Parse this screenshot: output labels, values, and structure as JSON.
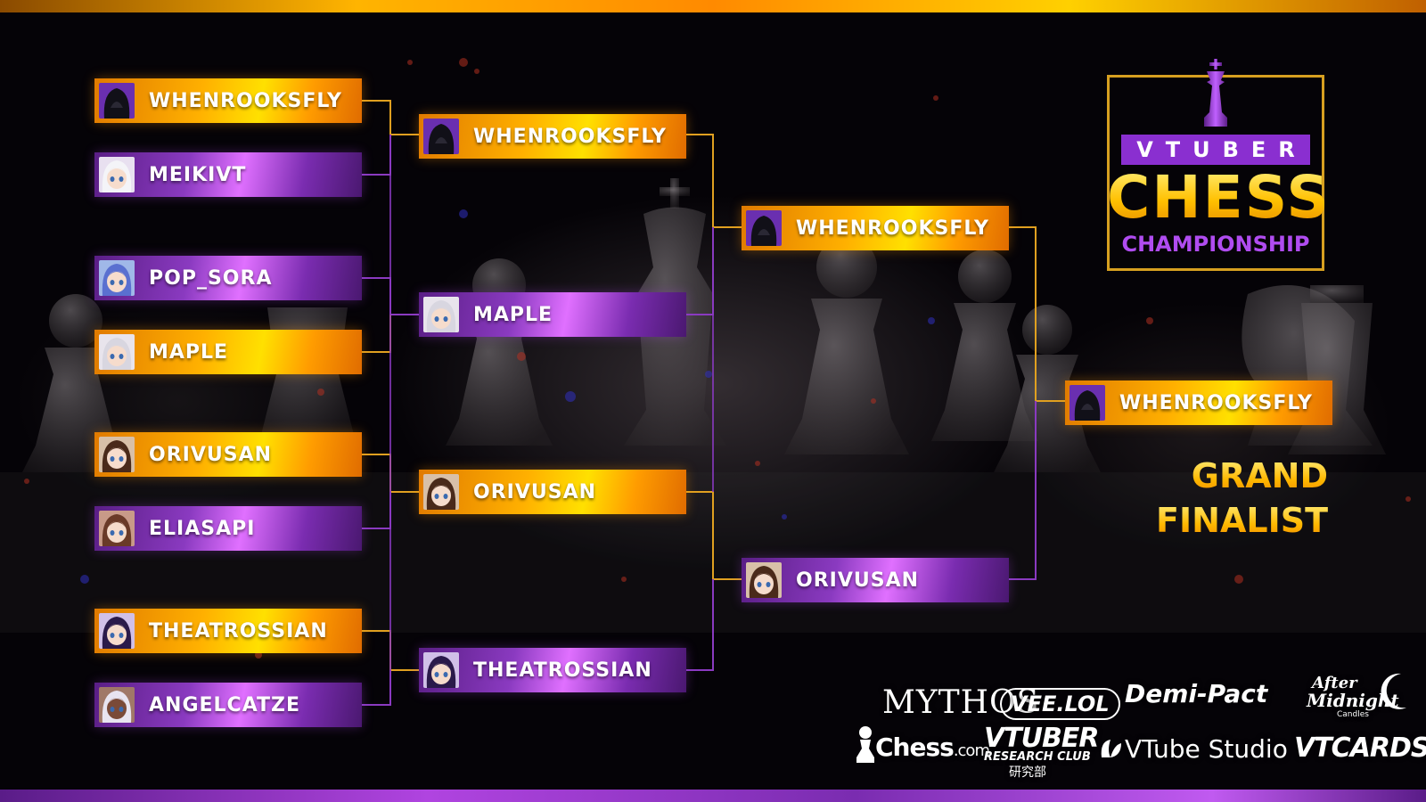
{
  "colors": {
    "gold": "#ffb000",
    "purple": "#8a3ac0",
    "connector_gold": "#e0a020",
    "connector_purple": "#8a3ac0",
    "logo_purple": "#8a2fd0"
  },
  "bracket": {
    "round1": [
      {
        "name": "WHENROOKSFLY",
        "style": "gold",
        "avatar": "hooded-figure-avatar"
      },
      {
        "name": "MEIKIVT",
        "style": "purple",
        "avatar": "white-haired-girl-avatar"
      },
      {
        "name": "POP_SORA",
        "style": "purple",
        "avatar": "blue-haired-girl-avatar"
      },
      {
        "name": "MAPLE",
        "style": "gold",
        "avatar": "silver-haired-girl-avatar"
      },
      {
        "name": "ORIVUSAN",
        "style": "gold",
        "avatar": "brown-haired-boy-avatar"
      },
      {
        "name": "ELIASAPI",
        "style": "purple",
        "avatar": "brown-haired-girl-avatar"
      },
      {
        "name": "THEATROSSIAN",
        "style": "gold",
        "avatar": "masked-character-avatar"
      },
      {
        "name": "ANGELCATZE",
        "style": "purple",
        "avatar": "dark-skinned-girl-avatar"
      }
    ],
    "round2": [
      {
        "name": "WHENROOKSFLY",
        "style": "gold",
        "avatar": "hooded-figure-avatar"
      },
      {
        "name": "MAPLE",
        "style": "purple",
        "avatar": "silver-haired-girl-avatar"
      },
      {
        "name": "ORIVUSAN",
        "style": "gold",
        "avatar": "brown-haired-boy-avatar"
      },
      {
        "name": "THEATROSSIAN",
        "style": "purple",
        "avatar": "masked-character-avatar"
      }
    ],
    "round3": [
      {
        "name": "WHENROOKSFLY",
        "style": "gold",
        "avatar": "hooded-figure-avatar"
      },
      {
        "name": "ORIVUSAN",
        "style": "purple",
        "avatar": "brown-haired-boy-avatar"
      }
    ],
    "final": {
      "name": "WHENROOKSFLY",
      "style": "gold",
      "avatar": "hooded-figure-avatar"
    }
  },
  "logo": {
    "line1": "VTUBER",
    "line2": "CHESS",
    "line3": "CHAMPIONSHIP",
    "icon": "chess-king-icon"
  },
  "grand_finalist": {
    "line1": "GRAND",
    "line2": "FINALIST"
  },
  "sponsors": {
    "mythos": "MYTHOS",
    "veelol": "VEE.LOL",
    "demipact": "Demi-Pact",
    "after": "After",
    "midnight": "Midnight",
    "candles": "Candles",
    "chesscom": "Chess",
    "chesscom_suffix": ".com",
    "vtuber_rc": "VTUBER",
    "research_club": "RESEARCH CLUB",
    "kenkyubu": "研究部",
    "vtube_studio": "VTube Studio",
    "vtcards": "VTCARDS"
  }
}
